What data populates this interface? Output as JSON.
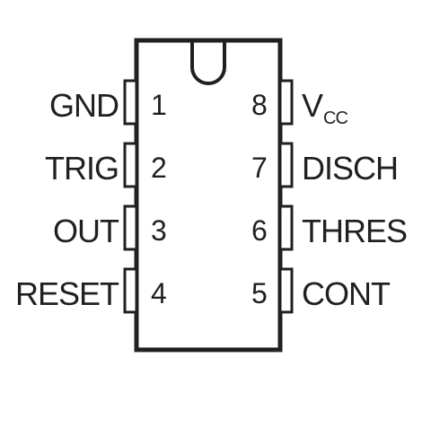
{
  "chip": {
    "colors": {
      "stroke": "#231f20",
      "fill": "#ffffff",
      "text": "#231f20"
    },
    "left_pins": [
      {
        "number": "1",
        "name": "GND"
      },
      {
        "number": "2",
        "name": "TRIG"
      },
      {
        "number": "3",
        "name": "OUT"
      },
      {
        "number": "4",
        "name": "RESET"
      }
    ],
    "right_pins": [
      {
        "number": "8",
        "name": "V",
        "name_subscript": "CC"
      },
      {
        "number": "7",
        "name": "DISCH"
      },
      {
        "number": "6",
        "name": "THRES"
      },
      {
        "number": "5",
        "name": "CONT"
      }
    ]
  }
}
